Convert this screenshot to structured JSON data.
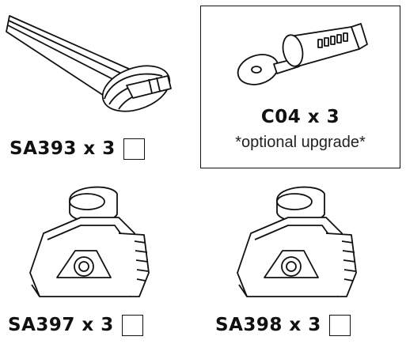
{
  "parts": [
    {
      "code_label": "SA393 x 3",
      "illustration": "crossbar-end-cap",
      "checkbox_checked": false
    },
    {
      "code_label": "C04 x 3",
      "illustration": "lock-cylinder-and-key",
      "note": "*optional upgrade*"
    },
    {
      "code_label": "SA397 x 3",
      "illustration": "tower-foot",
      "checkbox_checked": false
    },
    {
      "code_label": "SA398 x 3",
      "illustration": "tower-foot",
      "checkbox_checked": false
    }
  ]
}
